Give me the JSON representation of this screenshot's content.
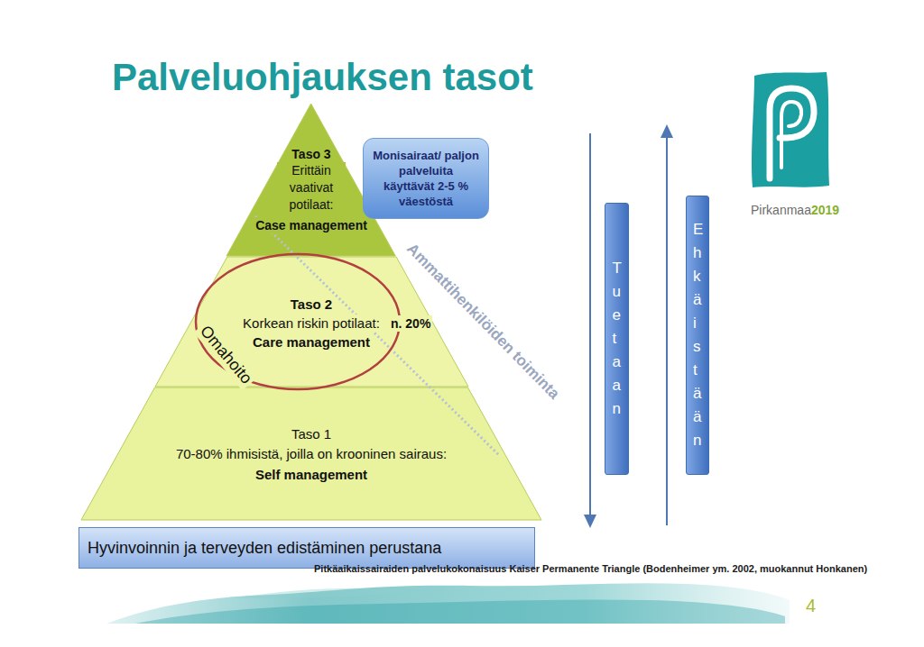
{
  "diagram": {
    "title": "Palveluohjauksen tasot",
    "caption": "Pitkäaikaissairaiden palvelukokonaisuus Kaiser Permanente Triangle (Bodenheimer ym. 2002, muokannut Honkanen)",
    "nodes": [
      {
        "text": [
          "Taso 3",
          "Erittäin vaativat potilaat:",
          "Case management"
        ]
      },
      {
        "text": [
          "Monisairaat/ paljon palveluita käyttävät 2-5 % väestöstä"
        ]
      },
      {
        "text": [
          "Taso 2",
          "Korkean riskin potilaat:",
          "n. 20%",
          "Care management"
        ]
      },
      {
        "text": [
          "Taso 1",
          "70-80% ihmisistä, joilla on krooninen sairaus:",
          "Self management"
        ]
      },
      {
        "text": [
          "Tuetaan"
        ]
      },
      {
        "text": [
          "Ehkäistään"
        ]
      },
      {
        "text": [
          "Hyvinvoinnin ja terveyden edistäminen perustana"
        ]
      }
    ],
    "labels": [
      "Omahoito",
      "Ammattihenkilöiden toiminta",
      "Pirkanmaa",
      "2019",
      "4"
    ]
  }
}
